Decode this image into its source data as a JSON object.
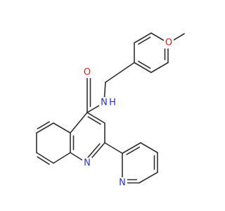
{
  "atoms": {
    "o_methoxy": "O",
    "n_amide": "N",
    "h_amide": "H",
    "o_carbonyl": "O",
    "n_quinoline": "N",
    "n_pyridine": "N"
  },
  "colors": {
    "bond": "#303030",
    "nitrogen": "#2432d8",
    "oxygen": "#e0201a"
  }
}
